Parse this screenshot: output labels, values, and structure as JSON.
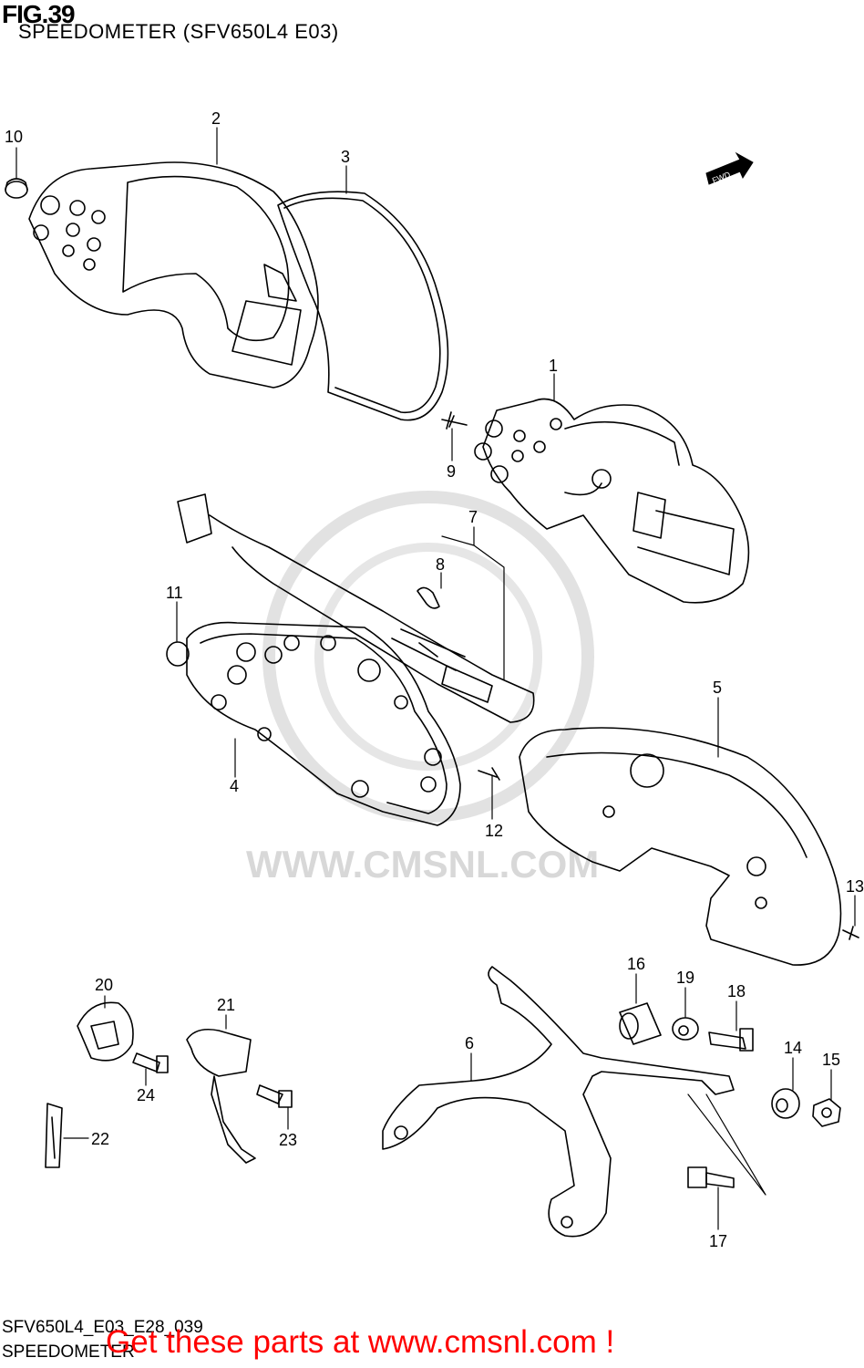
{
  "header": {
    "fig": "FIG.39",
    "subtitle": "SPEEDOMETER (SFV650L4 E03)"
  },
  "direction_label": "FWD",
  "watermark": "WWW.CMSNL.COM",
  "parts": [
    {
      "id": "p1",
      "label": "1"
    },
    {
      "id": "p2",
      "label": "2"
    },
    {
      "id": "p3",
      "label": "3"
    },
    {
      "id": "p4",
      "label": "4"
    },
    {
      "id": "p5",
      "label": "5"
    },
    {
      "id": "p6",
      "label": "6"
    },
    {
      "id": "p7",
      "label": "7"
    },
    {
      "id": "p8",
      "label": "8"
    },
    {
      "id": "p9",
      "label": "9"
    },
    {
      "id": "p10",
      "label": "10"
    },
    {
      "id": "p11",
      "label": "11"
    },
    {
      "id": "p12",
      "label": "12"
    },
    {
      "id": "p13",
      "label": "13"
    },
    {
      "id": "p14",
      "label": "14"
    },
    {
      "id": "p15",
      "label": "15"
    },
    {
      "id": "p16",
      "label": "16"
    },
    {
      "id": "p17",
      "label": "17"
    },
    {
      "id": "p18",
      "label": "18"
    },
    {
      "id": "p19",
      "label": "19"
    },
    {
      "id": "p20",
      "label": "20"
    },
    {
      "id": "p21",
      "label": "21"
    },
    {
      "id": "p22",
      "label": "22"
    },
    {
      "id": "p23",
      "label": "23"
    },
    {
      "id": "p24",
      "label": "24"
    }
  ],
  "footer": {
    "code": "SFV650L4_E03_E28_039",
    "section": "SPEEDOMETER",
    "banner": "Get these parts at www.cmsnl.com !"
  },
  "colors": {
    "banner": "#ff0000",
    "watermark": "#d8d8d8",
    "line": "#000000"
  }
}
